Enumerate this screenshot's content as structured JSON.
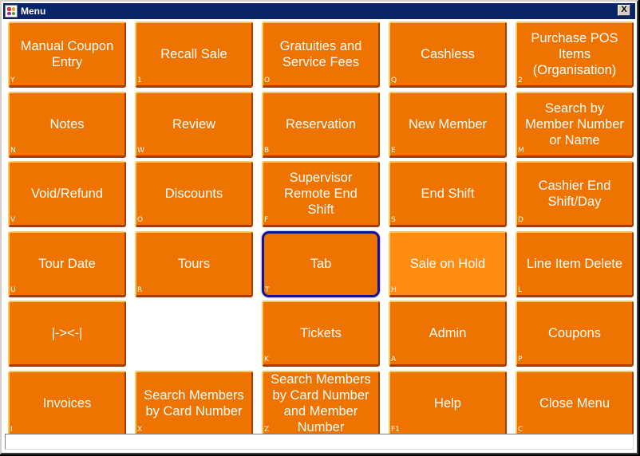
{
  "window": {
    "title": "Menu",
    "close_label": "X"
  },
  "colors": {
    "titlebar": "#0a246a",
    "button": "#ef7301",
    "button_hover": "#ff8b10",
    "selected_border": "#13128f"
  },
  "buttons": [
    {
      "label": "Manual Coupon\nEntry",
      "hotkey": "Y"
    },
    {
      "label": "Recall Sale",
      "hotkey": "1"
    },
    {
      "label": "Gratuities and\nService Fees",
      "hotkey": "O"
    },
    {
      "label": "Cashless",
      "hotkey": "Q"
    },
    {
      "label": "Purchase POS\nItems\n(Organisation)",
      "hotkey": "2"
    },
    {
      "label": "Notes",
      "hotkey": "N"
    },
    {
      "label": "Review",
      "hotkey": "W"
    },
    {
      "label": "Reservation",
      "hotkey": "B"
    },
    {
      "label": "New Member",
      "hotkey": "E"
    },
    {
      "label": "Search by\nMember Number\nor Name",
      "hotkey": "M"
    },
    {
      "label": "Void/Refund",
      "hotkey": "V"
    },
    {
      "label": "Discounts",
      "hotkey": "O"
    },
    {
      "label": "Supervisor\nRemote End\nShift",
      "hotkey": "F"
    },
    {
      "label": "End Shift",
      "hotkey": "S"
    },
    {
      "label": "Cashier End\nShift/Day",
      "hotkey": "D"
    },
    {
      "label": "Tour Date",
      "hotkey": "U"
    },
    {
      "label": "Tours",
      "hotkey": "R"
    },
    {
      "label": "Tab",
      "hotkey": "T",
      "state": "selected"
    },
    {
      "label": "Sale on Hold",
      "hotkey": "H",
      "state": "hover"
    },
    {
      "label": "Line Item Delete",
      "hotkey": "L"
    },
    {
      "label": "|-><-|",
      "hotkey": ""
    },
    {
      "label": "",
      "hotkey": "",
      "state": "empty"
    },
    {
      "label": "Tickets",
      "hotkey": "K"
    },
    {
      "label": "Admin",
      "hotkey": "A"
    },
    {
      "label": "Coupons",
      "hotkey": "P"
    },
    {
      "label": "Invoices",
      "hotkey": "I"
    },
    {
      "label": "Search Members\nby Card Number",
      "hotkey": "X"
    },
    {
      "label": "Search Members\nby Card Number\nand Member\nNumber",
      "hotkey": "Z"
    },
    {
      "label": "Help",
      "hotkey": "F1"
    },
    {
      "label": "Close Menu",
      "hotkey": "C"
    }
  ],
  "status_bar": {
    "text": ""
  }
}
